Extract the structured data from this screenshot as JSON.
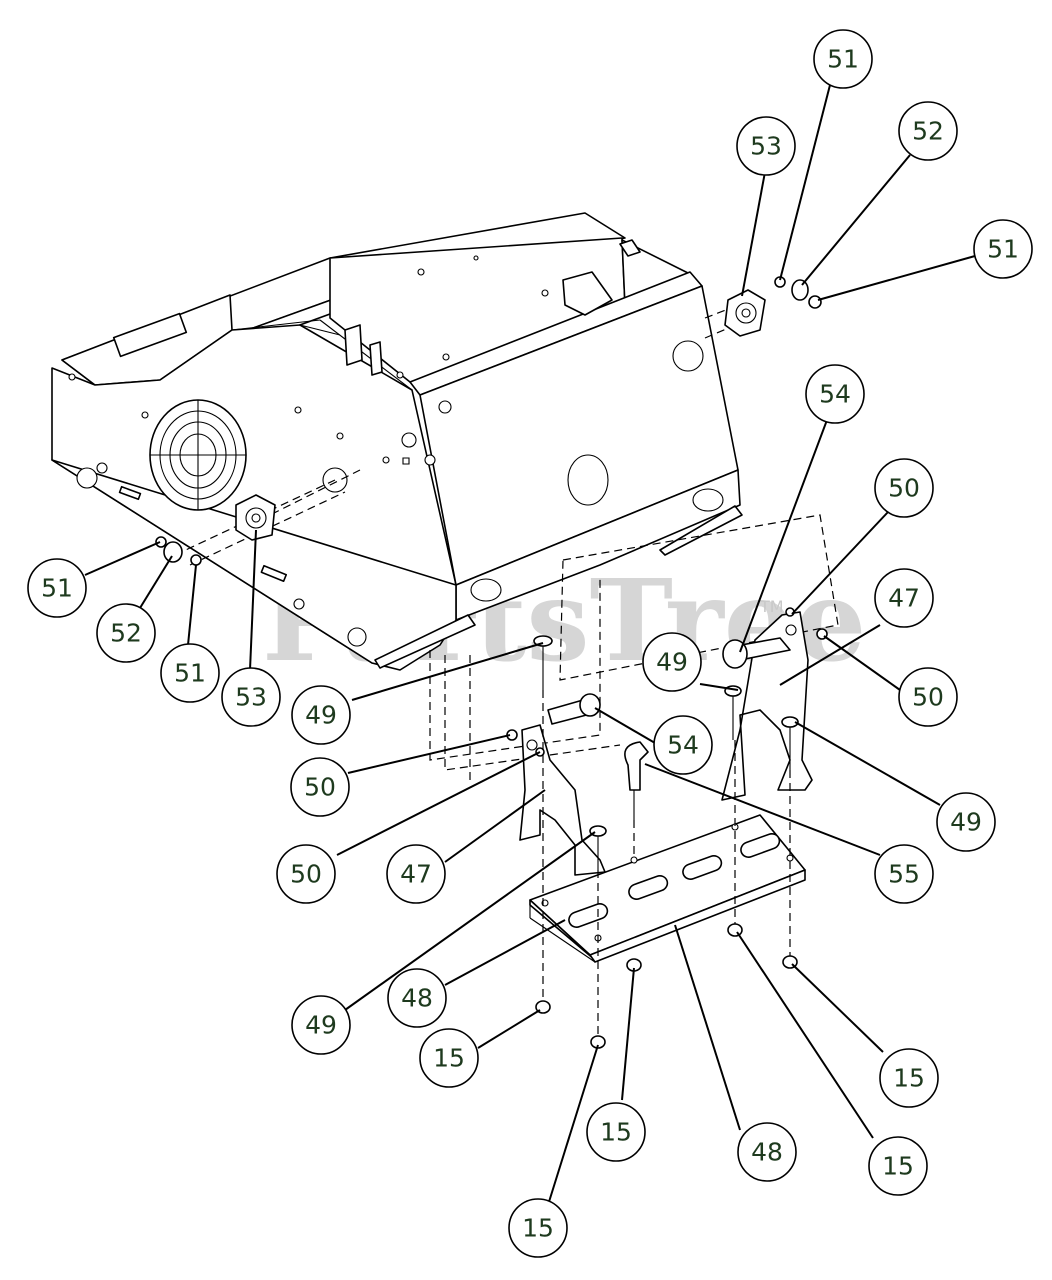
{
  "watermark": {
    "brand": "PartsTree",
    "mark": "TM"
  },
  "callouts": [
    {
      "label": "51"
    },
    {
      "label": "53"
    },
    {
      "label": "52"
    },
    {
      "label": "51"
    },
    {
      "label": "54"
    },
    {
      "label": "50"
    },
    {
      "label": "47"
    },
    {
      "label": "50"
    },
    {
      "label": "49"
    },
    {
      "label": "49"
    },
    {
      "label": "54"
    },
    {
      "label": "49"
    },
    {
      "label": "50"
    },
    {
      "label": "50"
    },
    {
      "label": "47"
    },
    {
      "label": "55"
    },
    {
      "label": "49"
    },
    {
      "label": "48"
    },
    {
      "label": "15"
    },
    {
      "label": "15"
    },
    {
      "label": "15"
    },
    {
      "label": "15"
    },
    {
      "label": "15"
    },
    {
      "label": "48"
    },
    {
      "label": "51"
    },
    {
      "label": "52"
    },
    {
      "label": "51"
    },
    {
      "label": "53"
    }
  ]
}
